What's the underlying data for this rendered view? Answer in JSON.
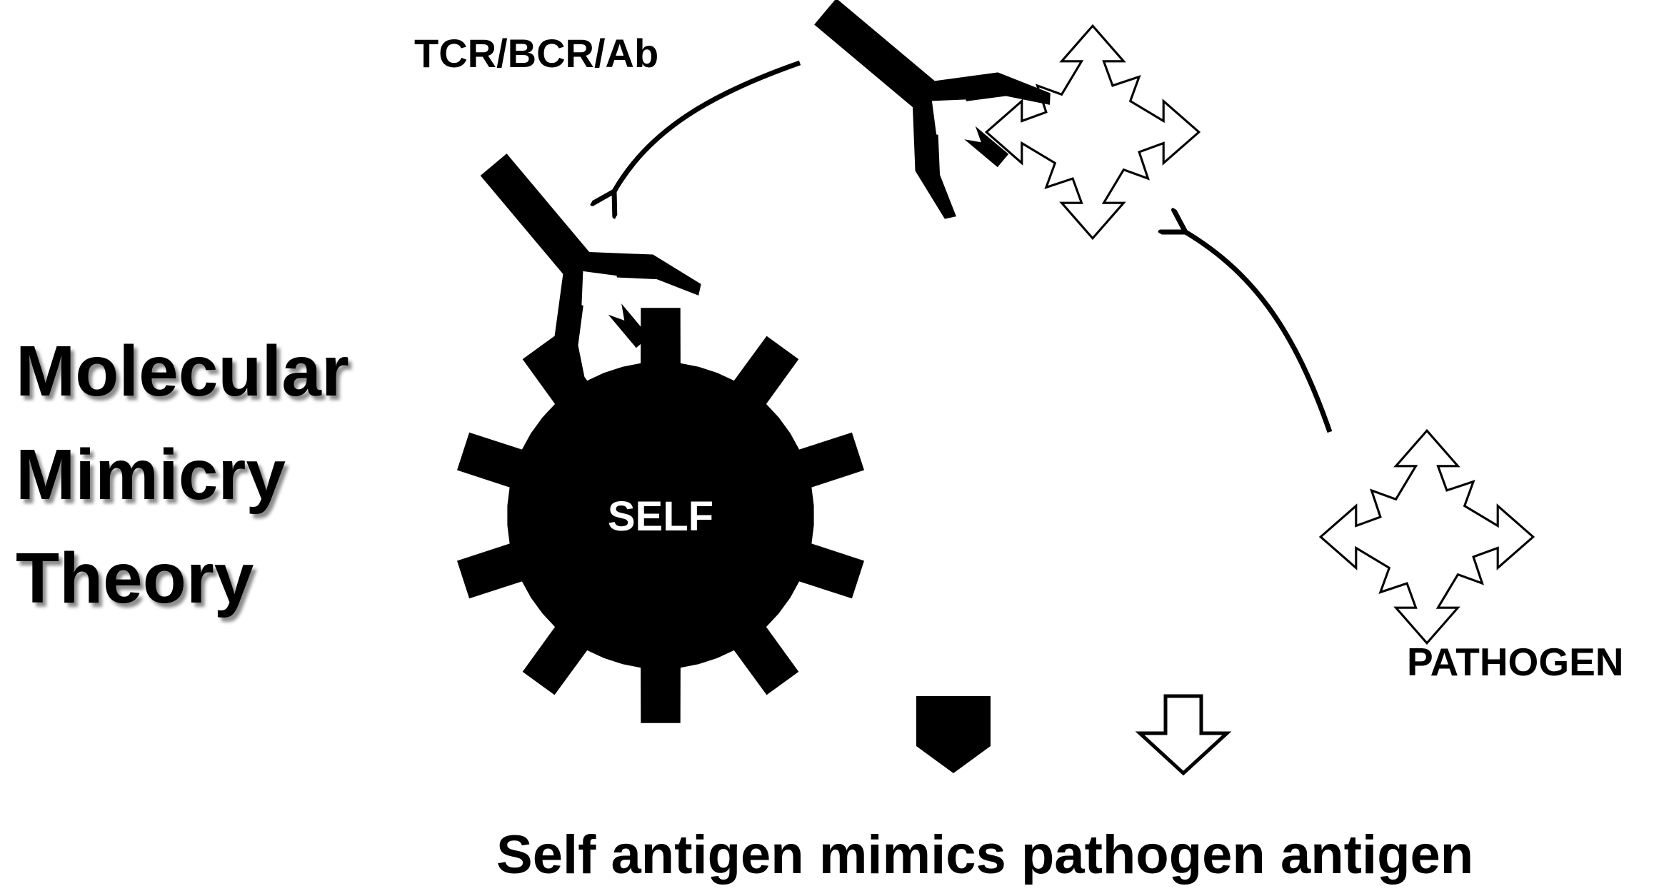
{
  "title_lines": [
    "Molecular",
    "Mimicry",
    "Theory"
  ],
  "labels": {
    "receptor": "TCR/BCR/Ab",
    "self": "SELF",
    "pathogen": "PATHOGEN",
    "caption": "Self antigen mimics pathogen antigen"
  },
  "colors": {
    "self": "#000000",
    "pathogen_fill": "#ffffff",
    "stroke": "#000000",
    "background": "#ffffff"
  },
  "icons": {
    "self_gear": "gear-icon",
    "receptor": "y-shaped-receptor-icon",
    "pathogen": "star-arrow-icon",
    "self_antigen_marker": "black-pentagon-icon",
    "pathogen_antigen_marker": "white-down-arrow-icon"
  }
}
